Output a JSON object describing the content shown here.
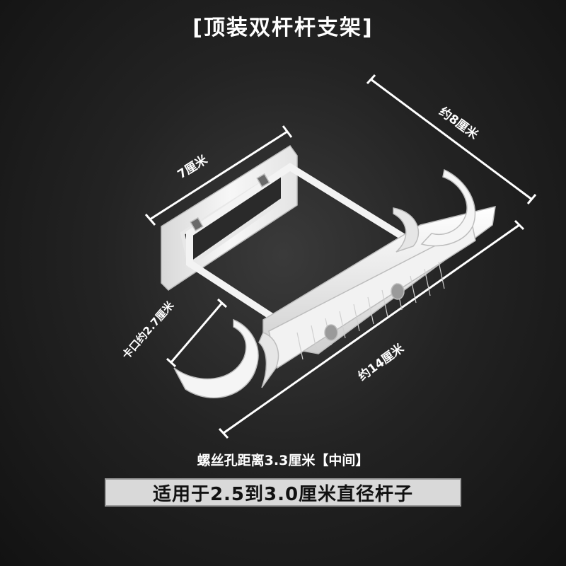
{
  "title": "[顶装双杆杆支架]",
  "dimensions": {
    "width_label": "7厘米",
    "depth_label": "约8厘米",
    "clip_label": "卡口约2.7厘米",
    "length_label": "约14厘米"
  },
  "hole_spacing": "螺丝孔距离3.3厘米【中间】",
  "suitable_for": "适用于2.5到3.0厘米直径杆子"
}
